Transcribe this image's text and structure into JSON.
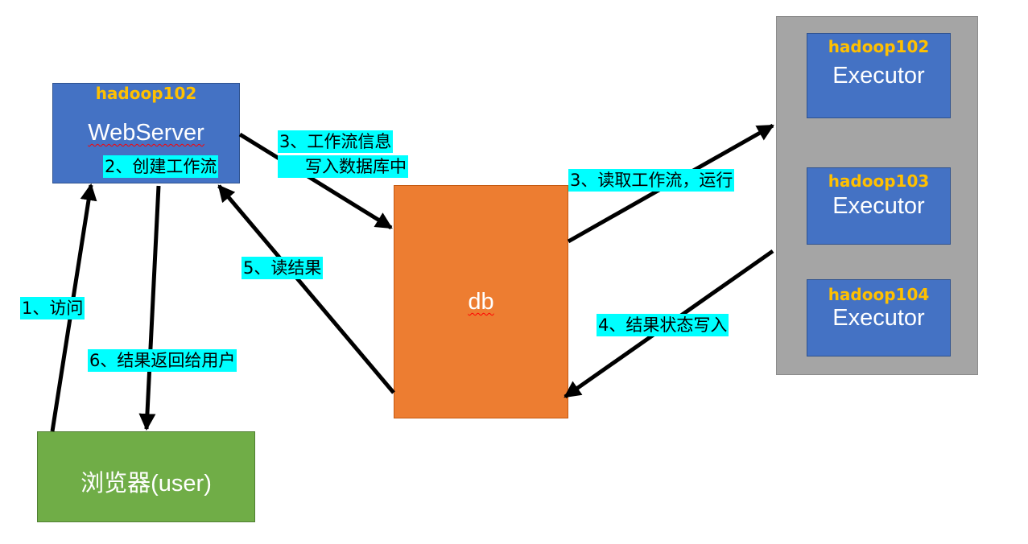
{
  "webserver": {
    "host": "hadoop102",
    "name": "WebServer"
  },
  "db": {
    "name": "db"
  },
  "browser": {
    "name": "浏览器(user)"
  },
  "executors": [
    {
      "host": "hadoop102",
      "name": "Executor"
    },
    {
      "host": "hadoop103",
      "name": "Executor"
    },
    {
      "host": "hadoop104",
      "name": "Executor"
    }
  ],
  "edges": {
    "visit": "1、访问",
    "create_workflow": "2、创建工作流",
    "workflow_info_line1": "3、工作流信息",
    "workflow_info_line2": "写入数据库中",
    "read_run": "3、读取工作流，运行",
    "write_status": "4、结果状态写入",
    "read_result": "5、读结果",
    "return_user": "6、结果返回给用户"
  },
  "colors": {
    "webserver": "#4472c4",
    "executor": "#4472c4",
    "executor_group": "#a5a5a5",
    "db": "#ed7d31",
    "browser": "#70ad47",
    "host_label": "#ffc000",
    "edge_label_bg": "#00ffff"
  }
}
